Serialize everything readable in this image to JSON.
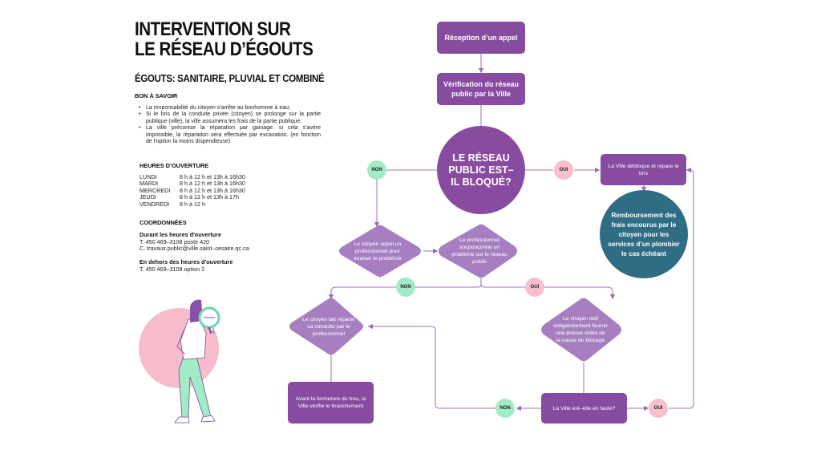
{
  "left_panel": {
    "title_line1": "INTERVENTION SUR",
    "title_line2": "LE RÉSEAU D’ÉGOUTS",
    "subtitle": "ÉGOUTS: SANITAIRE, PLUVIAL ET COMBINÉ",
    "bon_a_savoir": {
      "heading": "BON À SAVOIR",
      "items": [
        "La responsabilité du citoyen s'arrête au bonhomme à eau;",
        "Si le bris de la conduite privée (citoyen) se prolonge sur la partie publique (ville), la ville assumera les frais de la partie publique;",
        "La ville préconise la réparation par gainage. si cela s'avère impossible, la réparation sera effectuée par excavation. (en fonction de l'option la moins dispendieuse)"
      ]
    },
    "hours": {
      "heading": "HEURES D’OUVERTURE",
      "rows": [
        {
          "day": "LUNDI",
          "time": "8 h à 12 h et 13h à 16h30"
        },
        {
          "day": "MARDI",
          "time": "8 h à 12 h et 13h à 16h30"
        },
        {
          "day": "MERCREDI",
          "time": "8 h à 12 h et 13h à 16h30"
        },
        {
          "day": "JEUDI",
          "time": "8 h à 12 h et 13h à 17h"
        },
        {
          "day": "VENDREDI",
          "time": "8 h à 12 h"
        }
      ]
    },
    "contact": {
      "heading": "COORDONNÉES",
      "during_heading": "Durant les heures d'ouverture",
      "during_phone": "T. 450 469–3108 poste 420",
      "during_email": "C. travaux.public@ville.saint–cesaire.qc.ca",
      "after_heading": "En dehors des heures d'ouverture",
      "after_phone": "T. 450 469–3108 option 2"
    }
  },
  "flowchart": {
    "colors": {
      "primary": "#874ba0",
      "diamond": "#a77fc1",
      "teal": "#2f6d84",
      "line": "#b58ccb",
      "non": "#a1ebc6",
      "oui": "#f8bfcc"
    },
    "nodes": {
      "reception": "Réception d’un appel",
      "verification": "Vérification du réseau public par la Ville",
      "decision_blocked": "LE RÉSEAU PUBLIC EST–IL BLOQUÉ?",
      "ville_debloque": "La Ville débloque et répare le bris",
      "remboursement": "Remboursement des frais encourus par le citoyen pour les services d’un plombier le cas échéant",
      "citoyen_appel": "Le citoyen appel un professionnel pour évaluer le problème",
      "pro_soupconne": "Le professionnel souponçonne un problème sur le réseau public",
      "citoyen_repare": "Le citoyen fait réparer sa conduite par le professionnel",
      "citoyen_preuve": "Le citoyen doit obligatoirement fournir une preuve vidéo de la cause du blocage",
      "ville_verifie": "Avant la fermeture du trou, la Ville vérifie le branchement",
      "ville_faute": "La Ville est–elle en faute?"
    },
    "labels": {
      "non": "NON",
      "oui": "OUI"
    }
  }
}
